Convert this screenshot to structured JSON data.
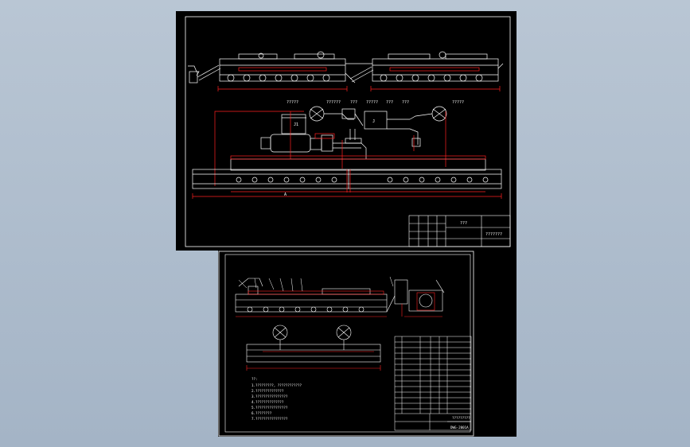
{
  "sheet1": {
    "title_block": {
      "cell_a": "???",
      "cell_b": "???????"
    },
    "labels": {
      "l1": "?????",
      "l2": "??????",
      "l3": "???",
      "l4": "?????",
      "l5": "???",
      "l6": "???",
      "l7": "?????",
      "m1": "J1",
      "m2": "J",
      "m3": "A"
    }
  },
  "sheet2": {
    "notes_title": "??:",
    "notes": [
      "1.?????????, ????????????",
      "2.??????????????",
      "3.????????????????",
      "4.??????????????",
      "5.????????????????",
      "6.????????",
      "7.????????????????"
    ],
    "title_block": {
      "name": "?????????",
      "drawing_no": "DWG-2001A"
    }
  },
  "colors": {
    "background": "#a9b8c9",
    "paper": "#000000",
    "line": "#ffffff",
    "highlight": "#ff2020"
  }
}
